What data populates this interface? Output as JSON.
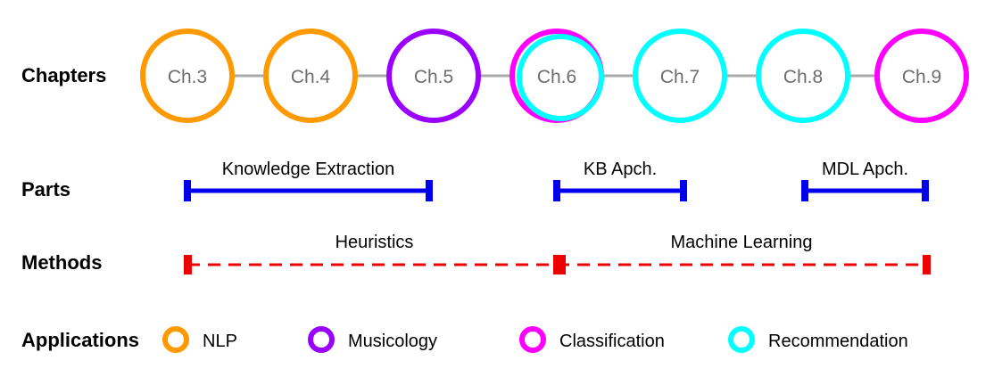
{
  "row_labels": {
    "chapters": "Chapters",
    "parts": "Parts",
    "methods": "Methods",
    "applications": "Applications"
  },
  "colors": {
    "nlp": "#FF9900",
    "musicology": "#9900FF",
    "classification": "#FF00FF",
    "recommendation": "#00FFFF",
    "connector": "#aaaaaa",
    "parts_line": "#0000EE",
    "methods_line": "#EE0000",
    "chapter_text": "#6d6d6d"
  },
  "chapters": [
    {
      "label": "Ch.3",
      "rings": [
        "nlp"
      ]
    },
    {
      "label": "Ch.4",
      "rings": [
        "nlp"
      ]
    },
    {
      "label": "Ch.5",
      "rings": [
        "musicology"
      ]
    },
    {
      "label": "Ch.6",
      "rings": [
        "classification",
        "recommendation"
      ]
    },
    {
      "label": "Ch.7",
      "rings": [
        "recommendation"
      ]
    },
    {
      "label": "Ch.8",
      "rings": [
        "recommendation"
      ]
    },
    {
      "label": "Ch.9",
      "rings": [
        "classification"
      ]
    }
  ],
  "parts": [
    {
      "label": "Knowledge Extraction",
      "start_chapter": "Ch.3",
      "end_chapter": "Ch.5"
    },
    {
      "label": "KB Apch.",
      "start_chapter": "Ch.6",
      "end_chapter": "Ch.7"
    },
    {
      "label": "MDL Apch.",
      "start_chapter": "Ch.8",
      "end_chapter": "Ch.9"
    }
  ],
  "methods": [
    {
      "label": "Heuristics",
      "start_chapter": "Ch.3",
      "end_chapter": "Ch.6"
    },
    {
      "label": "Machine Learning",
      "start_chapter": "Ch.6",
      "end_chapter": "Ch.9"
    }
  ],
  "applications": [
    {
      "label": "NLP",
      "color_key": "nlp",
      "icon": "nlp-ring-icon"
    },
    {
      "label": "Musicology",
      "color_key": "musicology",
      "icon": "musicology-ring-icon"
    },
    {
      "label": "Classification",
      "color_key": "classification",
      "icon": "classification-ring-icon"
    },
    {
      "label": "Recommendation",
      "color_key": "recommendation",
      "icon": "recommendation-ring-icon"
    }
  ]
}
